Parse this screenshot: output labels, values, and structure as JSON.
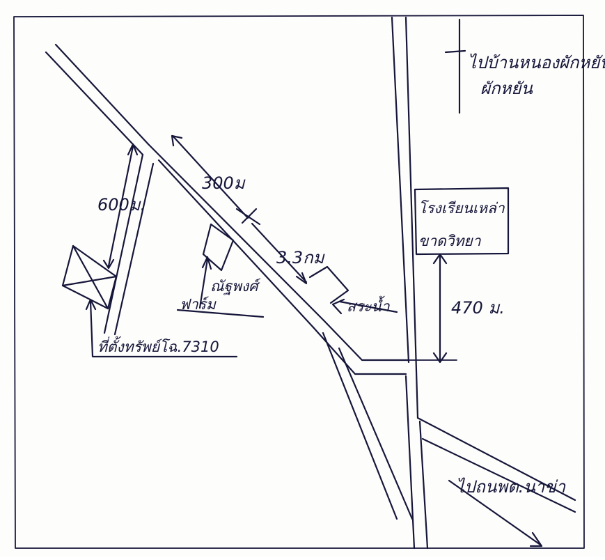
{
  "map": {
    "labels": {
      "to_village": [
        "ไปบ้านหนองผักหยัน",
        "ผักหยัน"
      ],
      "school": [
        "โรงเรียนเหล่า",
        "ขาดวิทยา"
      ],
      "distance_470": "470 ม.",
      "distance_300": "300ม",
      "distance_33km": "3.3กม",
      "distance_600": "600ม.",
      "pond": "สระน้ำ",
      "farm": [
        "ณัฐพงศ์",
        "ฟาร์ม"
      ],
      "plot_location": "ที่ตั้งทรัพย์โฉ.7310",
      "to_road_south": "ไปถนพต.นาข่า"
    },
    "ink_color": "#16163a"
  }
}
